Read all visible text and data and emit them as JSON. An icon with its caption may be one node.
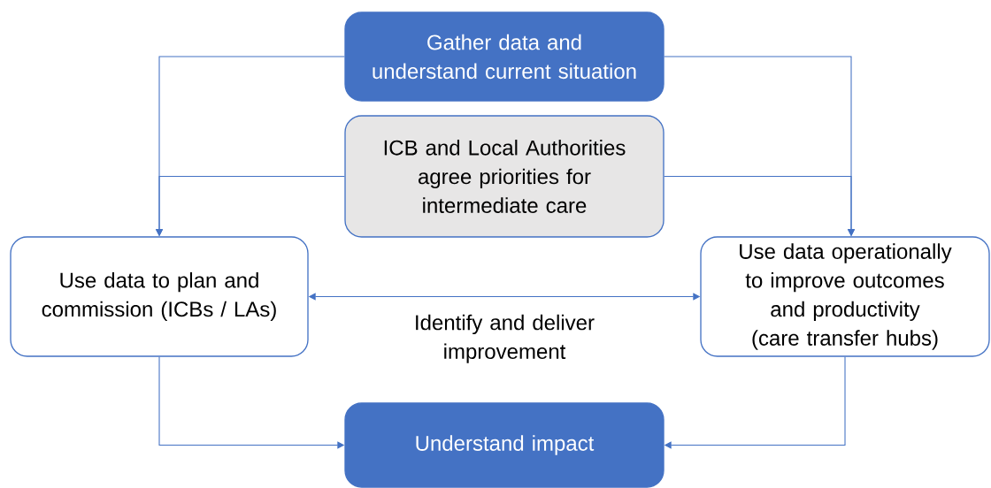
{
  "diagram": {
    "nodes": [
      {
        "text": [
          "Gather data and understand current situation"
        ]
      },
      {
        "text": [
          "ICB and Local Authorities agree priorities for intermediate care"
        ]
      },
      {
        "text": [
          "Use data to plan and commission (ICBs / LAs)"
        ]
      },
      {
        "text": [
          "Use data operationally to improve outcomes and productivity (care transfer hubs)"
        ]
      },
      {
        "text": [
          "Understand impact"
        ]
      }
    ],
    "edges": [
      {
        "from": 0,
        "to": 2,
        "arrow": "to"
      },
      {
        "from": 0,
        "to": 3,
        "arrow": "to"
      },
      {
        "from": 1,
        "to": 2,
        "arrow": "to"
      },
      {
        "from": 1,
        "to": 3,
        "arrow": "to"
      },
      {
        "from": 2,
        "to": 3,
        "arrow": "both",
        "label": "Identify and deliver improvement"
      },
      {
        "from": 2,
        "to": 4,
        "arrow": "to"
      },
      {
        "from": 3,
        "to": 4,
        "arrow": "to"
      }
    ]
  }
}
